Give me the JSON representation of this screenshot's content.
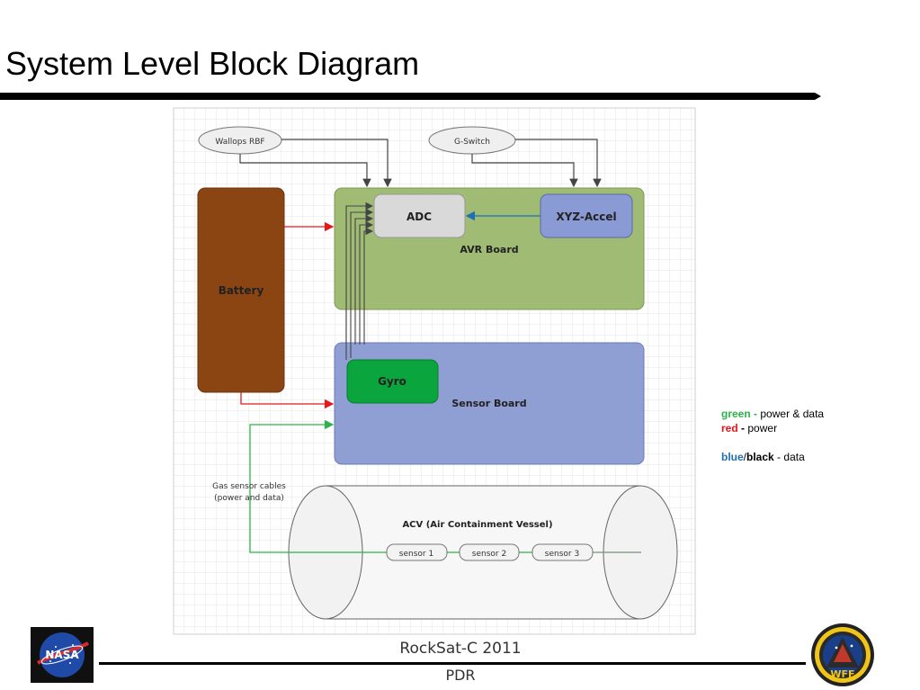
{
  "slide": {
    "title": "System Level Block Diagram"
  },
  "diagram": {
    "inputs": {
      "wallops_rbf": "Wallops RBF",
      "g_switch": "G-Switch"
    },
    "blocks": {
      "adc": "ADC",
      "xyz_accel": "XYZ-Accel",
      "avr_board": "AVR Board",
      "battery": "Battery",
      "gyro": "Gyro",
      "sensor_board": "Sensor Board",
      "acv": "ACV (Air Containment Vessel)"
    },
    "gas_sensor_note": [
      "Gas sensor cables",
      "(power and data)"
    ],
    "sensors": [
      "sensor 1",
      "sensor 2",
      "sensor 3"
    ],
    "colors": {
      "green": "#2db34a",
      "red": "#e8161b",
      "blue": "#1f6fb5",
      "black": "#444444",
      "avr_fill": "#9fbb74",
      "sensor_board_fill": "#8f9ed3",
      "battery_fill": "#8b4513",
      "gyro_fill": "#0aa53c",
      "adc_fill": "#d9d9d9",
      "accel_fill": "#8a9ad4"
    }
  },
  "legend": {
    "green_word": "green",
    "green_desc": "power & data",
    "red_word": "red",
    "red_desc": "power",
    "blue_word": "blue",
    "slash": "/",
    "black_word": "black",
    "data_desc": "data",
    "dash": "-"
  },
  "footer": {
    "title": "RockSat-C 2011",
    "subtitle": "PDR",
    "left_logo_text": "NASA",
    "right_logo_text": "WFF"
  }
}
